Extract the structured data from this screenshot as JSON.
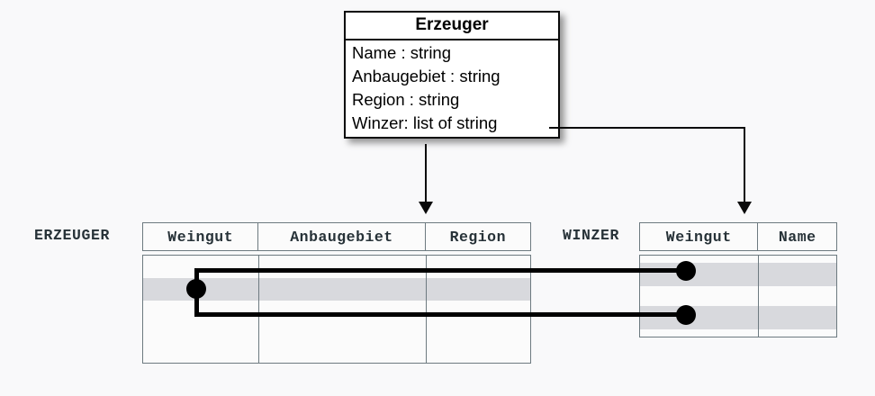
{
  "background_color": "#f9f9fa",
  "uml_class": {
    "name": "Erzeuger",
    "attributes": [
      "Name : string",
      "Anbaugebiet : string",
      "Region : string",
      "Winzer: list of string"
    ]
  },
  "tables": [
    {
      "label": "ERZEUGER",
      "columns": [
        "Weingut",
        "Anbaugebiet",
        "Region"
      ]
    },
    {
      "label": "WINZER",
      "columns": [
        "Weingut",
        "Name"
      ]
    }
  ],
  "colors": {
    "border": "#6d7a80",
    "row_highlight": "#d8d9dd",
    "link": "#000000",
    "box_border": "#0a0a0a",
    "table_bg": "#fbfbfb",
    "header_text": "#273238"
  }
}
